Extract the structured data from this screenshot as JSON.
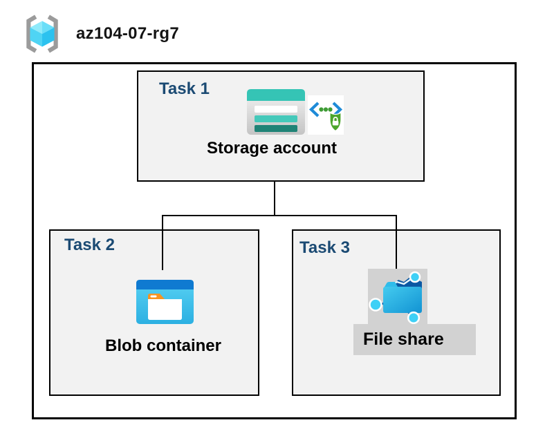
{
  "diagram": {
    "resource_group": {
      "name": "az104-07-rg7",
      "icon": "azure-resource-group-icon"
    },
    "tasks": [
      {
        "label": "Task 1",
        "resource": "Storage account",
        "icons": [
          "storage-account-icon",
          "secured-endpoint-icon"
        ],
        "highlighted": false
      },
      {
        "label": "Task 2",
        "resource": "Blob container",
        "icons": [
          "blob-container-icon"
        ],
        "highlighted": false
      },
      {
        "label": "Task 3",
        "resource": "File share",
        "icons": [
          "file-share-icon"
        ],
        "highlighted": true
      }
    ],
    "connections": [
      {
        "from": "Storage account",
        "to": "Blob container"
      },
      {
        "from": "Storage account",
        "to": "File share"
      }
    ],
    "colors": {
      "task_label_navy": "#1B4A73",
      "task_box_fill": "#F2F2F2",
      "box_border": "#000000",
      "highlight_gray": "#D2D2D2",
      "storage_teal": "#35C4B5",
      "storage_teal_mid": "#45C9BA",
      "storage_teal_dark": "#1F8376",
      "blob_header_blue": "#0F7AD1",
      "blob_body_cyan": "#3FC0EA",
      "folder_tab_orange": "#F79420",
      "file_share_navy": "#0B58A3",
      "node_cyan": "#3FD0F6",
      "bracket_gray": "#9B9B9B",
      "cube_cyan_light": "#8FEAFA",
      "cube_cyan_dark": "#2CC2EF",
      "endpoint_blue": "#1E8BD8",
      "endpoint_green": "#3F9C35",
      "shield_green": "#4CA52C"
    }
  }
}
